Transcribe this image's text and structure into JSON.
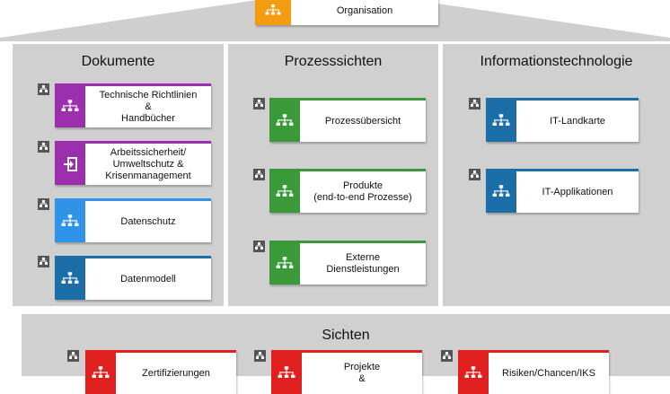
{
  "colors": {
    "roof": "#cfcfcf",
    "panel": "#d0d0d0",
    "purple": "#9b2fae",
    "blue_light": "#2f93e8",
    "blue_dark": "#1b6ea8",
    "green": "#3a9a3a",
    "red": "#e01f1f",
    "orange": "#f39c12"
  },
  "top": {
    "label": "Organisation",
    "icon": "org-chart-icon",
    "color": "#f39c12"
  },
  "sections": {
    "dokumente": {
      "title": "Dokumente",
      "tiles": [
        {
          "label": "Technische Richtlinien\n&\nHandbücher",
          "icon": "org-chart-icon",
          "color": "#9b2fae"
        },
        {
          "label": "Arbeitssicherheit/\nUmweltschutz &\nKrisenmanagement",
          "icon": "sign-in-icon",
          "color": "#9b2fae"
        },
        {
          "label": "Datenschutz",
          "icon": "org-chart-icon",
          "color": "#2f93e8"
        },
        {
          "label": "Datenmodell",
          "icon": "org-chart-icon",
          "color": "#1b6ea8"
        }
      ]
    },
    "prozesse": {
      "title": "Prozesssichten",
      "tiles": [
        {
          "label": "Prozessübersicht",
          "icon": "org-chart-icon",
          "color": "#3a9a3a"
        },
        {
          "label": "Produkte\n(end-to-end Prozesse)",
          "icon": "org-chart-icon",
          "color": "#3a9a3a"
        },
        {
          "label": "Externe\nDienstleistungen",
          "icon": "org-chart-icon",
          "color": "#3a9a3a"
        }
      ]
    },
    "it": {
      "title": "Informationstechnologie",
      "tiles": [
        {
          "label": "IT-Landkarte",
          "icon": "org-chart-icon",
          "color": "#1b6ea8"
        },
        {
          "label": "IT-Applikationen",
          "icon": "org-chart-icon",
          "color": "#1b6ea8"
        }
      ]
    },
    "sichten": {
      "title": "Sichten",
      "tiles": [
        {
          "label": "Zertifizierungen",
          "icon": "org-chart-icon",
          "color": "#e01f1f"
        },
        {
          "label": "Projekte\n&",
          "icon": "org-chart-icon",
          "color": "#e01f1f"
        },
        {
          "label": "Risiken/Chancen/IKS",
          "icon": "org-chart-icon",
          "color": "#e01f1f"
        }
      ]
    }
  }
}
